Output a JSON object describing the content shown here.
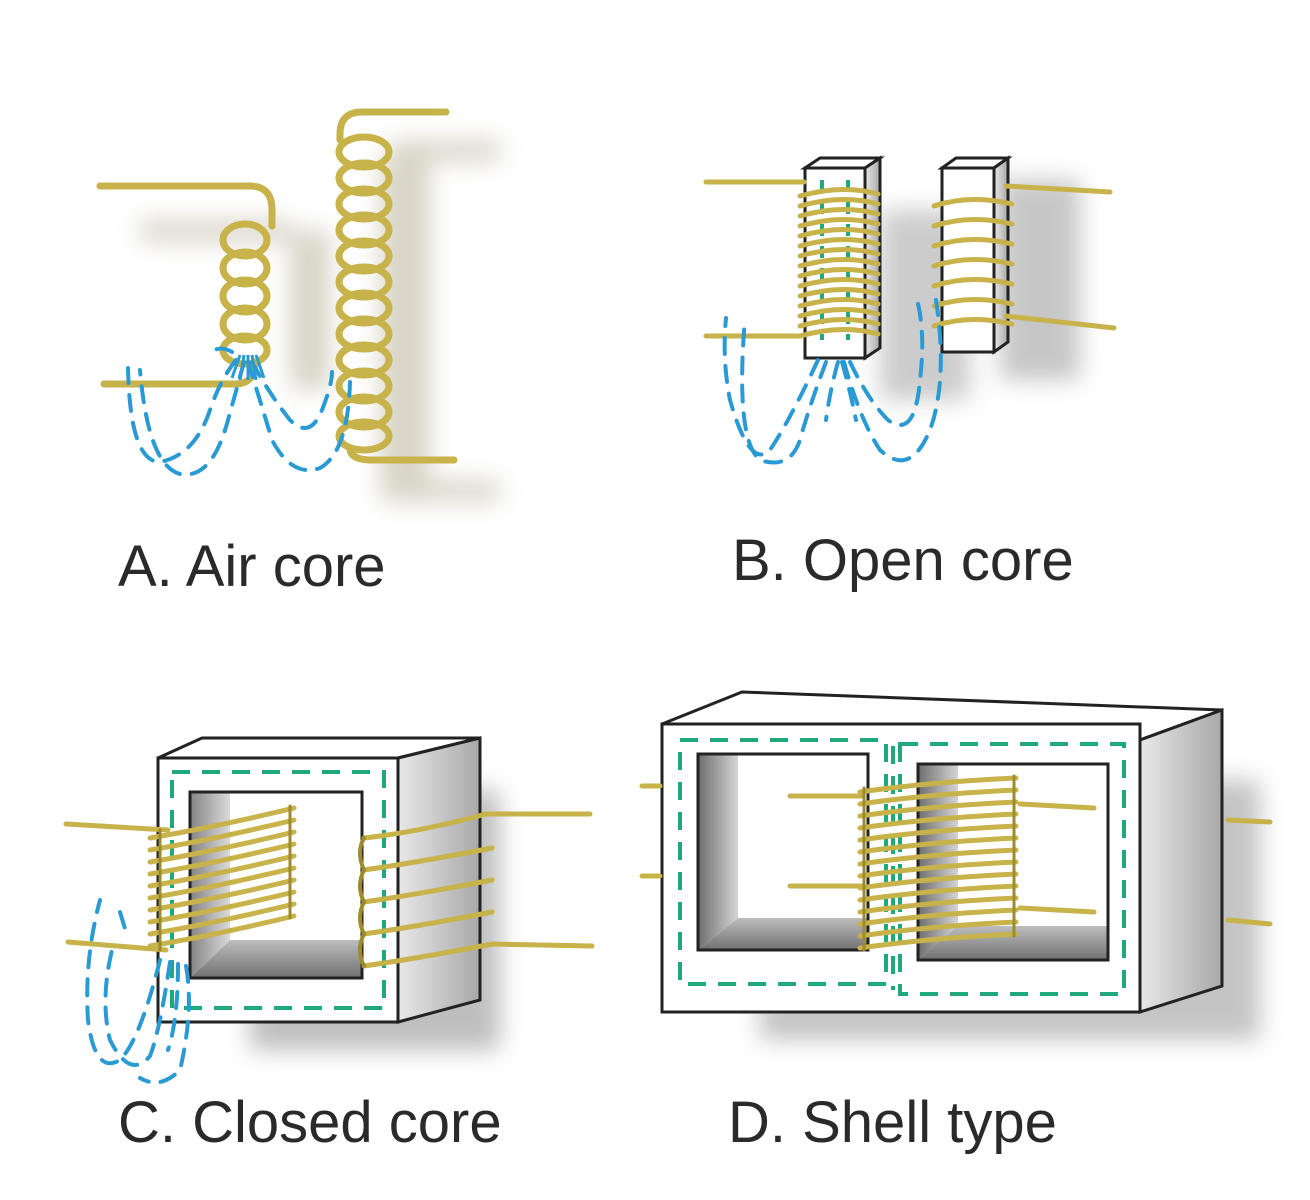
{
  "captions": {
    "air_core": "A. Air core",
    "open_core": "B. Open core",
    "closed_core": "C. Closed core",
    "shell_type": "D. Shell type"
  },
  "colors": {
    "wire": "#c8b24a",
    "wire_dark": "#9c8a2c",
    "flux_leak": "#2a9ad4",
    "flux_core": "#1fa97a",
    "core_face": "#ffffff",
    "core_side": "#c9c9c9",
    "core_inner": "#9a9a9a",
    "outline": "#222222",
    "shadow": "#d8d8d8"
  }
}
